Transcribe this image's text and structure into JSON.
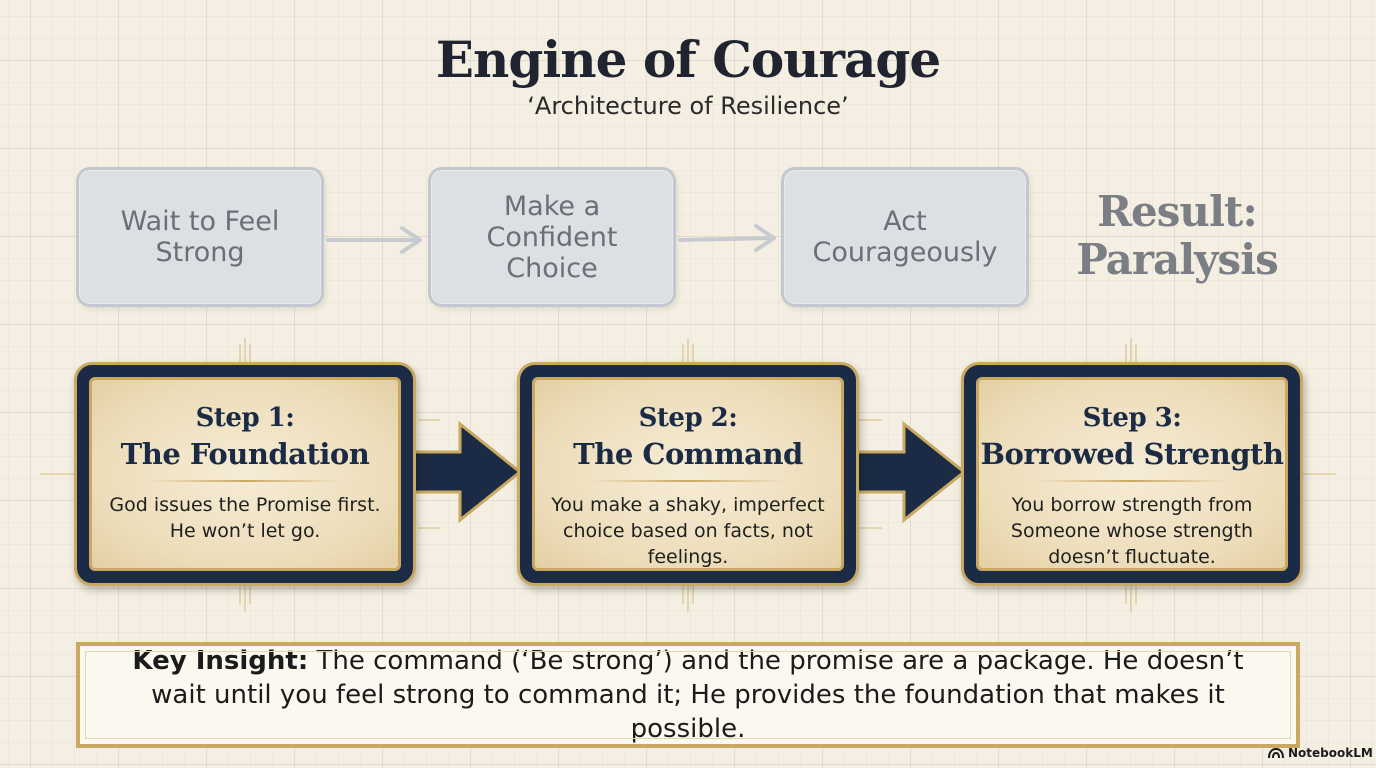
{
  "title": "Engine of Courage",
  "subtitle": "‘Architecture of Resilience’",
  "old_path": {
    "steps": [
      "Wait to Feel Strong",
      "Make a Confident Choice",
      "Act Courageously"
    ],
    "result_label": "Result:",
    "result_value": "Paralysis"
  },
  "new_path": {
    "steps": [
      {
        "step": "Step 1:",
        "name": "The Foundation",
        "desc": "God issues the Promise first. He won’t let go."
      },
      {
        "step": "Step 2:",
        "name": "The Command",
        "desc": "You make a shaky, imperfect choice based on facts, not feelings."
      },
      {
        "step": "Step 3:",
        "name": "Borrowed Strength",
        "desc": "You borrow strength from Someone whose strength doesn’t fluctuate."
      }
    ]
  },
  "insight": {
    "label": "Key Insight:",
    "text": "The command (‘Be strong’) and the promise are a package. He doesn’t wait until you feel strong to command it; He provides the foundation that makes it possible."
  },
  "brand": "NotebookLM",
  "colors": {
    "navy": "#1c2b45",
    "gold": "#c9a861",
    "muted_gray": "#7b7f85",
    "background": "#f4efe2"
  }
}
